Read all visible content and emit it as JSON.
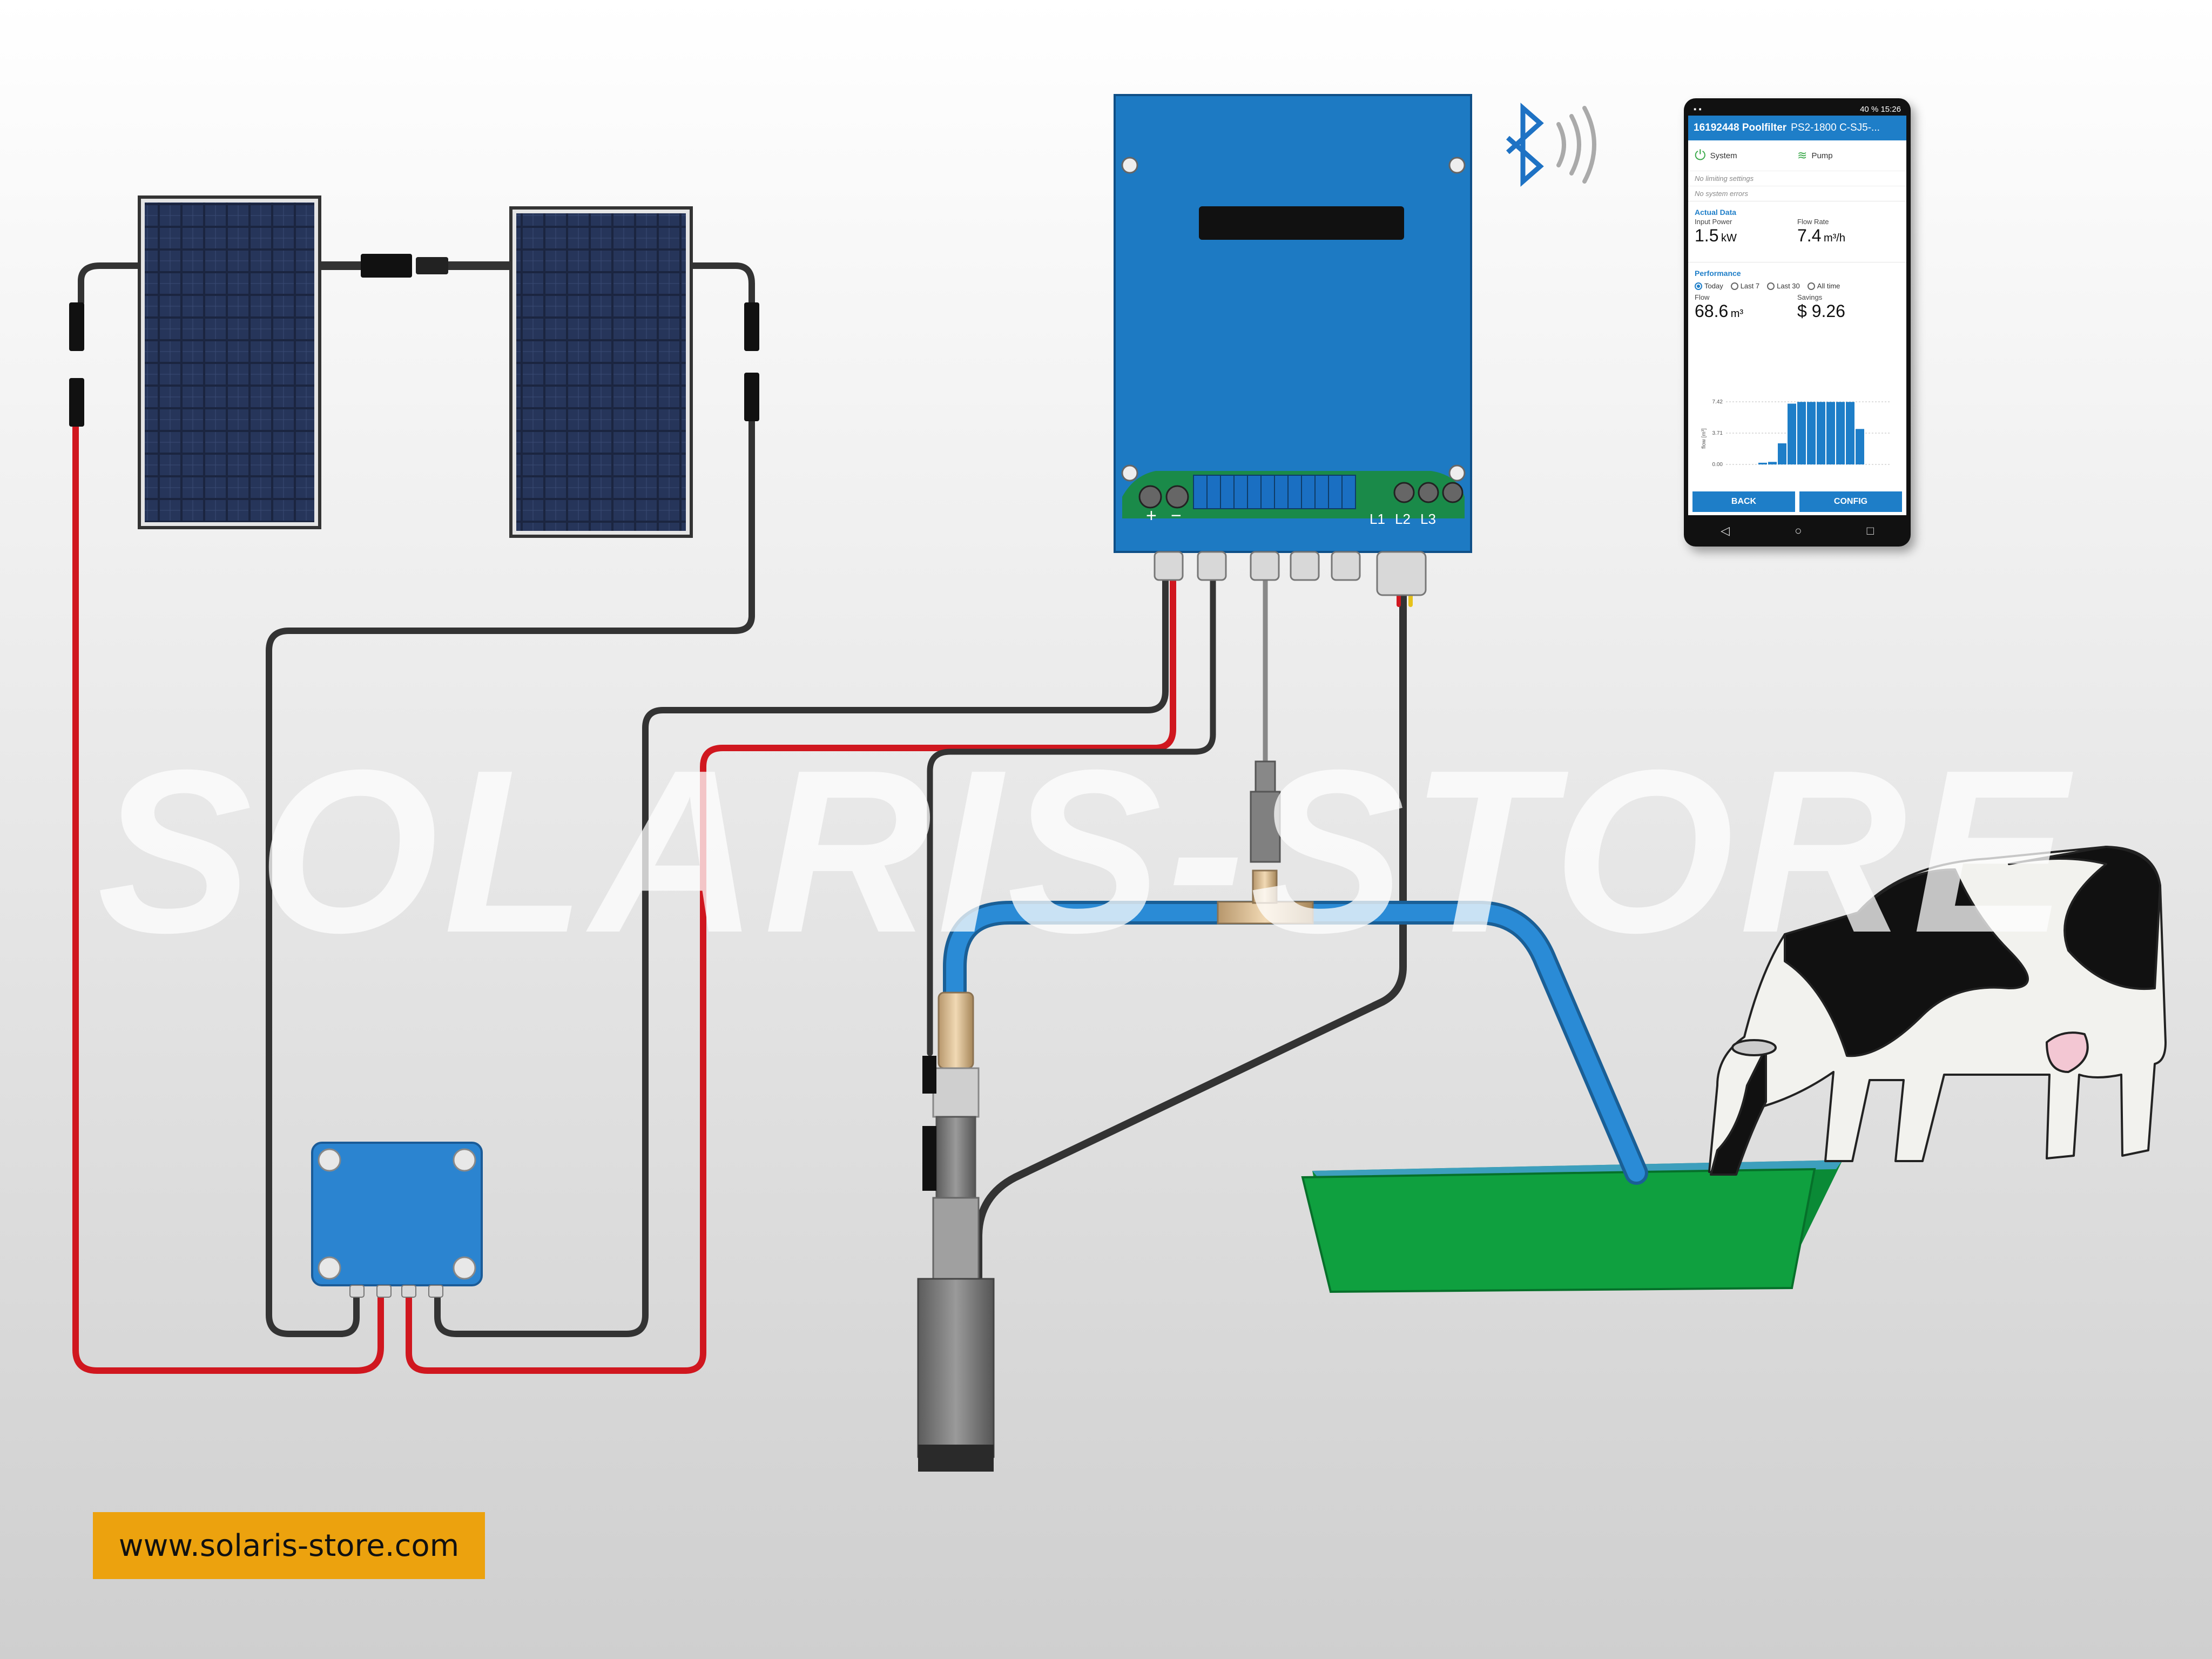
{
  "inverter": {
    "terminal_labels": {
      "pv_plus": "+",
      "pv_minus": "−",
      "l1": "L1",
      "l2": "L2",
      "l3": "L3"
    }
  },
  "phone": {
    "status_right": "40 % 15:26",
    "app_title": "16192448 Poolfilter",
    "app_subtitle": "PS2-1800 C-SJ5-...",
    "tab_system": "System",
    "tab_pump": "Pump",
    "note_limiting": "No limiting settings",
    "note_errors": "No system errors",
    "section_actual": "Actual Data",
    "input_power_label": "Input Power",
    "input_power_value": "1.5",
    "input_power_unit": "kW",
    "flow_rate_label": "Flow Rate",
    "flow_rate_value": "7.4",
    "flow_rate_unit": "m³/h",
    "section_performance": "Performance",
    "periods": [
      "Today",
      "Last 7",
      "Last 30",
      "All time"
    ],
    "selected_period": "Today",
    "flow_label": "Flow",
    "flow_value": "68.6",
    "flow_unit": "m³",
    "savings_label": "Savings",
    "savings_value": "$ 9.26",
    "back_button": "BACK",
    "config_button": "CONFIG",
    "chart_data": {
      "type": "bar",
      "ylabel": "flow [m³]",
      "ylim": [
        0,
        7.42
      ],
      "yticks": [
        "0.00",
        "3.71",
        "7.42"
      ],
      "values": [
        0.2,
        0.3,
        2.5,
        7.2,
        7.4,
        7.4,
        7.4,
        7.4,
        7.4,
        7.4,
        4.2
      ],
      "bar_color": "#1e7ec8"
    }
  },
  "watermark": "SOLARIS-STORE",
  "url_badge": "www.solaris-store.com",
  "colors": {
    "inverter_blue": "#1d7ac3",
    "junction_blue": "#2b84d0",
    "pipe_blue": "#2a8bd6",
    "trough_green": "#0fa03f",
    "cable_red": "#d0171f",
    "cable_black": "#333333",
    "badge_orange": "#eca20e"
  }
}
